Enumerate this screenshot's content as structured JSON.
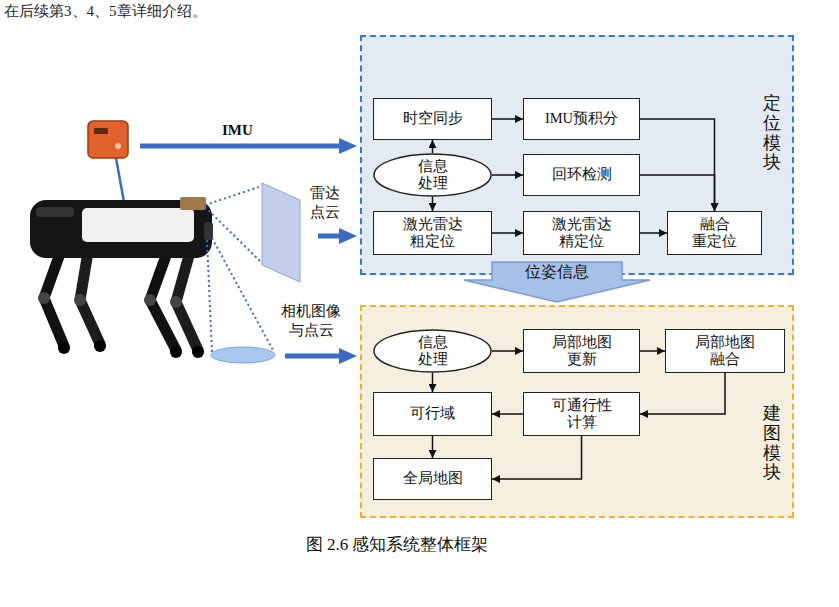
{
  "diagram": {
    "caption": "图 2.6 感知系统整体框架",
    "nodes": [
      {
        "text": [
          "定位模块"
        ]
      },
      {
        "text": [
          "时空同步"
        ],
        "in": 0
      },
      {
        "text": [
          "IMU预积分"
        ],
        "in": 0
      },
      {
        "text": [
          "信息 处理"
        ],
        "in": 0
      },
      {
        "text": [
          "回环检测"
        ],
        "in": 0
      },
      {
        "text": [
          "激光雷达 粗定位"
        ],
        "in": 0
      },
      {
        "text": [
          "激光雷达 精定位"
        ],
        "in": 0
      },
      {
        "text": [
          "融合 重定位"
        ],
        "in": 0
      },
      {
        "text": [
          "位姿信息"
        ]
      },
      {
        "text": [
          "建图模块"
        ]
      },
      {
        "text": [
          "信息 处理"
        ],
        "in": 9
      },
      {
        "text": [
          "局部地图 更新"
        ],
        "in": 9
      },
      {
        "text": [
          "局部地图 融合"
        ],
        "in": 9
      },
      {
        "text": [
          "可行域"
        ],
        "in": 9
      },
      {
        "text": [
          "可通行性 计算"
        ],
        "in": 9
      },
      {
        "text": [
          "全局地图"
        ],
        "in": 9
      }
    ],
    "edges": [
      {
        "from": 3,
        "to": 1,
        "arrow": "to"
      },
      {
        "from": 1,
        "to": 2,
        "arrow": "to"
      },
      {
        "from": 3,
        "to": 4,
        "arrow": "to"
      },
      {
        "from": 3,
        "to": 5,
        "arrow": "to"
      },
      {
        "from": 5,
        "to": 6,
        "arrow": "to"
      },
      {
        "from": 6,
        "to": 7,
        "arrow": "to"
      },
      {
        "from": 2,
        "to": 7,
        "arrow": "to"
      },
      {
        "from": 4,
        "to": 7,
        "arrow": "to"
      },
      {
        "from": 10,
        "to": 11,
        "arrow": "to"
      },
      {
        "from": 11,
        "to": 12,
        "arrow": "to"
      },
      {
        "from": 12,
        "to": 14,
        "arrow": "to"
      },
      {
        "from": 14,
        "to": 13,
        "arrow": "to"
      },
      {
        "from": 10,
        "to": 13,
        "arrow": "to"
      },
      {
        "from": 14,
        "to": 15,
        "arrow": "to"
      },
      {
        "from": 13,
        "to": 15,
        "arrow": "to"
      }
    ],
    "labels": [
      "在后续第3、4、5章详细介绍。",
      "IMU",
      "雷达 点云",
      "相机图像 与点云"
    ]
  }
}
